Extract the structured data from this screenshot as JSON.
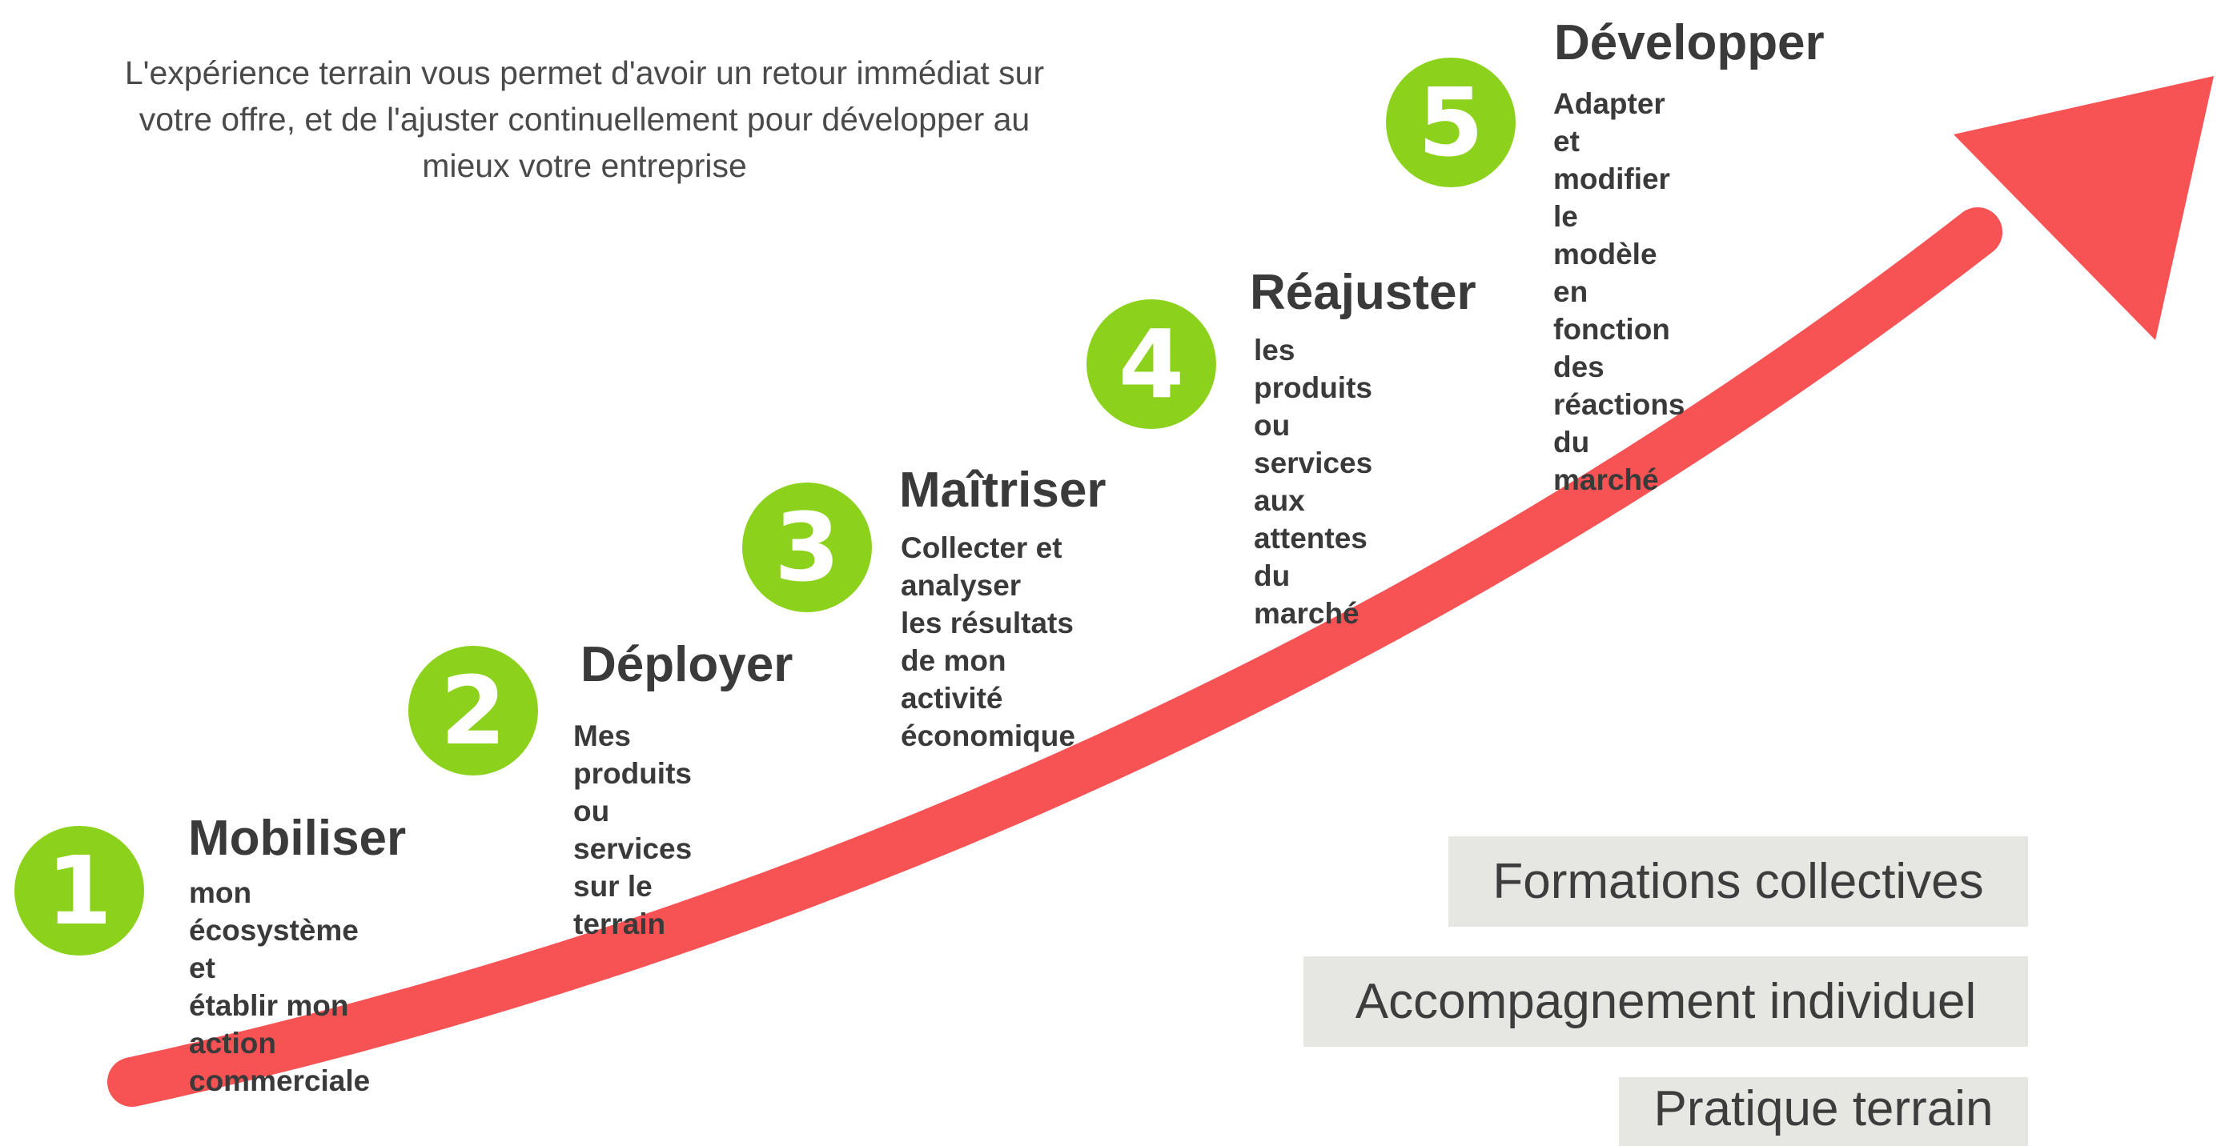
{
  "intro": "L'expérience terrain vous permet d'avoir un retour immédiat sur\nvotre offre, et de l'ajuster continuellement pour développer au\nmieux votre entreprise",
  "colors": {
    "arrow": "#f75254",
    "badge": "#8cd21c",
    "label_bg": "#e6e6e3",
    "text": "#3a3a3a"
  },
  "steps": [
    {
      "number": "1",
      "title": "Mobiliser",
      "description": "mon écosystème et\nétablir mon action\ncommerciale"
    },
    {
      "number": "2",
      "title": "Déployer",
      "description": "Mes produits ou\nservices sur le terrain"
    },
    {
      "number": "3",
      "title": "Maîtriser",
      "description": "Collecter et analyser\nles résultats de mon\nactivité économique"
    },
    {
      "number": "4",
      "title": "Réajuster",
      "description": "les produits ou\nservices aux\nattentes du marché"
    },
    {
      "number": "5",
      "title": "Développer",
      "description": "Adapter et modifier\nle modèle en\nfonction des\nréactions du marché"
    }
  ],
  "labels": [
    "Formations collectives",
    "Accompagnement individuel",
    "Pratique terrain"
  ]
}
